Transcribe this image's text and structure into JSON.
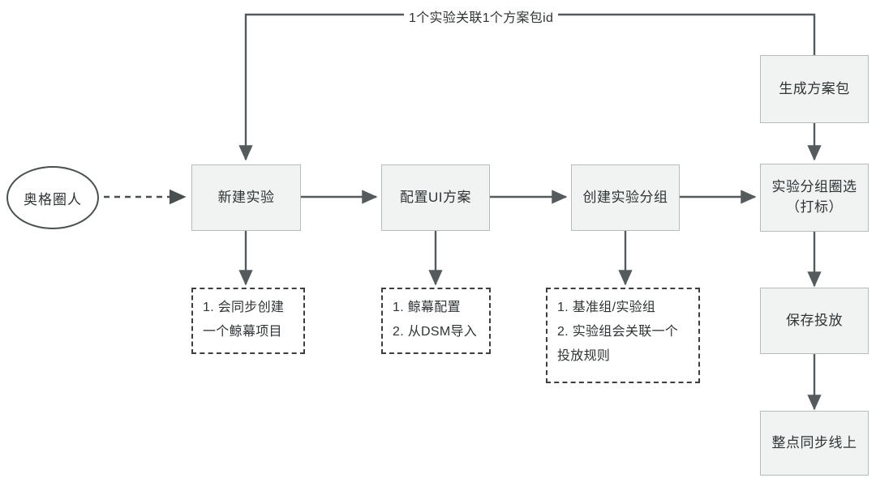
{
  "diagram": {
    "title_label": "1个实验关联1个方案包id",
    "nodes": {
      "start": {
        "label": "奥格圈人"
      },
      "create_experiment": {
        "label": "新建实验"
      },
      "config_ui": {
        "label": "配置UI方案"
      },
      "create_group": {
        "label": "创建实验分组"
      },
      "group_select_line1": "实验分组圈选",
      "group_select_line2": "（打标）",
      "generate_package": {
        "label": "生成方案包"
      },
      "save_delivery": {
        "label": "保存投放"
      },
      "sync_online": {
        "label": "整点同步线上"
      }
    },
    "notes": {
      "note_create_experiment": {
        "lines": [
          "1. 会同步创建",
          "一个鲸幕项目"
        ]
      },
      "note_config_ui": {
        "lines": [
          "1. 鲸幕配置",
          "2. 从DSM导入"
        ]
      },
      "note_create_group": {
        "lines": [
          "1. 基准组/实验组",
          "2. 实验组会关联一个",
          "投放规则"
        ]
      }
    },
    "colors": {
      "node_fill": "#f1f3f3",
      "node_border": "#b6bcbc",
      "edge": "#555b5c",
      "dashed_border": "#3b3f40",
      "text": "#2f3334"
    }
  }
}
